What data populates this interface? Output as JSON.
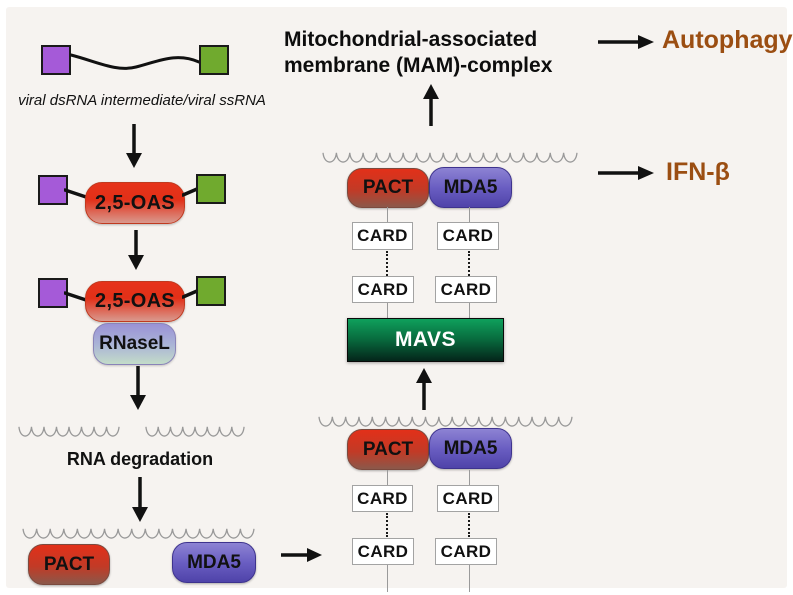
{
  "labels": {
    "viral_rna": "viral dsRNA intermediate/viral ssRNA",
    "oas": "2,5-OAS",
    "rnasel": "RNaseL",
    "rna_degradation": "RNA degradation",
    "pact": "PACT",
    "mda5": "MDA5",
    "card": "CARD",
    "mavs": "MAVS",
    "mam_complex_line1": "Mitochondrial-associated",
    "mam_complex_line2": "membrane (MAM)-complex",
    "autophagy": "Autophagy",
    "ifn_beta": "IFN-β"
  },
  "colors": {
    "background": "#f6f3f0",
    "frame": "#ffffff",
    "rna_end_purple": "#a55ad8",
    "rna_end_green": "#70aa2e",
    "oas_gradient_top": "#e6331a",
    "oas_gradient_bottom": "#d9998e",
    "rnasel_gradient_top": "#9a92d6",
    "rnasel_gradient_bottom": "#c3dcc9",
    "pact_gradient_top": "#e23019",
    "pact_gradient_bottom": "#8b584a",
    "mda5_gradient_top": "#8d83d3",
    "mda5_gradient_bottom": "#4f43a9",
    "mavs_gradient_top": "#0fa05c",
    "mavs_gradient_bottom": "#04251a",
    "card_fill": "#ffffff",
    "card_border": "#a3a3a3",
    "membrane_line": "#999999",
    "arrow": "#111111",
    "outcome_text": "#9b4e12",
    "label_text": "#111111"
  }
}
